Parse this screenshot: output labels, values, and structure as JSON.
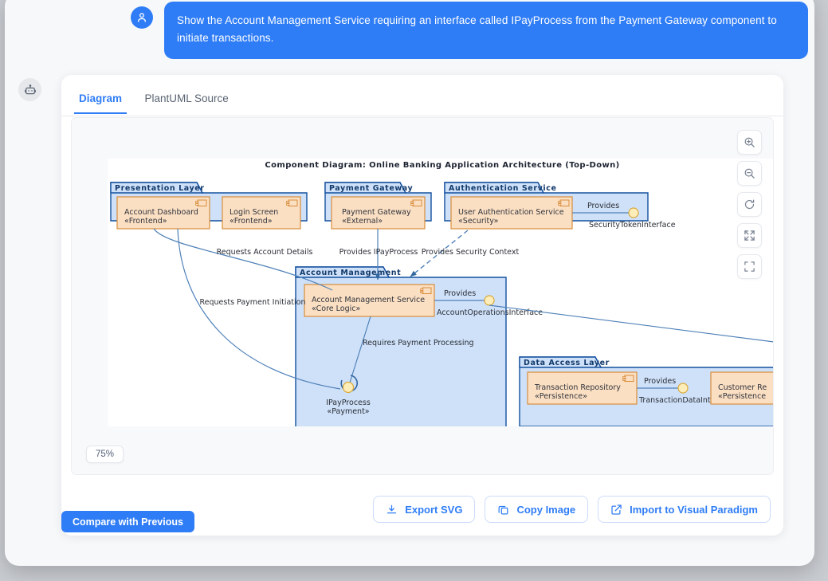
{
  "chat": {
    "avatar_icon": "user-icon",
    "message": "Show the Account Management Service requiring an interface called IPayProcess from the Payment Gateway component to initiate transactions."
  },
  "assistant": {
    "icon": "robot-icon"
  },
  "tabs": [
    {
      "label": "Diagram",
      "active": true
    },
    {
      "label": "PlantUML Source",
      "active": false
    }
  ],
  "zoom_controls": [
    {
      "name": "zoom-in-icon",
      "title": "Zoom In"
    },
    {
      "name": "zoom-out-icon",
      "title": "Zoom Out"
    },
    {
      "name": "reset-icon",
      "title": "Reset"
    },
    {
      "name": "fit-screen-icon",
      "title": "Fit to Screen"
    },
    {
      "name": "fullscreen-icon",
      "title": "Fullscreen"
    }
  ],
  "zoom_level": "75%",
  "actions": [
    {
      "label": "Export SVG",
      "icon": "download-icon"
    },
    {
      "label": "Copy Image",
      "icon": "copy-icon"
    },
    {
      "label": "Import to Visual Paradigm",
      "icon": "external-link-icon"
    }
  ],
  "compare_button": {
    "label": "Compare with Previous"
  },
  "colors": {
    "accent": "#2f7df6",
    "package_fill": "#cfe1f9",
    "package_border": "#14509e",
    "component_fill": "#fbdfc3",
    "component_border": "#d98d3a",
    "interface_fill": "#fdedb9",
    "connector": "#4f81b8",
    "canvas": "#ffffff"
  },
  "diagram": {
    "title": "Component Diagram: Online Banking Application Architecture (Top-Down)",
    "packages": [
      {
        "id": "presentation",
        "label": "Presentation Layer"
      },
      {
        "id": "payment-gateway",
        "label": "Payment Gateway"
      },
      {
        "id": "authentication",
        "label": "Authentication Service"
      },
      {
        "id": "account-management",
        "label": "Account Management"
      },
      {
        "id": "data-access",
        "label": "Data Access Layer"
      }
    ],
    "components": [
      {
        "id": "account-dashboard",
        "name": "Account Dashboard",
        "stereotype": "«Frontend»",
        "package": "presentation"
      },
      {
        "id": "login-screen",
        "name": "Login Screen",
        "stereotype": "«Frontend»",
        "package": "presentation"
      },
      {
        "id": "payment-gateway-comp",
        "name": "Payment Gateway",
        "stereotype": "«External»",
        "package": "payment-gateway"
      },
      {
        "id": "user-auth-service",
        "name": "User Authentication Service",
        "stereotype": "«Security»",
        "package": "authentication"
      },
      {
        "id": "account-mgmt-service",
        "name": "Account Management Service",
        "stereotype": "«Core Logic»",
        "package": "account-management"
      },
      {
        "id": "transaction-repo",
        "name": "Transaction Repository",
        "stereotype": "«Persistence»",
        "package": "data-access"
      },
      {
        "id": "customer-repo",
        "name": "Customer Re",
        "stereotype": "«Persistence",
        "package": "data-access"
      }
    ],
    "interfaces": [
      {
        "id": "security-token",
        "name": "SecurityTokenInterface",
        "provides_label": "Provides"
      },
      {
        "id": "account-operations",
        "name": "AccountOperationsInterface",
        "provides_label": "Provides"
      },
      {
        "id": "transaction-data",
        "name": "TransactionDataInterface",
        "provides_label": "Provides"
      },
      {
        "id": "ipayprocess",
        "name": "IPayProcess",
        "stereotype": "«Payment»"
      }
    ],
    "edge_labels": [
      "Requests Account Details",
      "Provides IPayProcess",
      "Provides Security Context",
      "Requests Payment Initiation",
      "Requires Payment Processing"
    ]
  }
}
